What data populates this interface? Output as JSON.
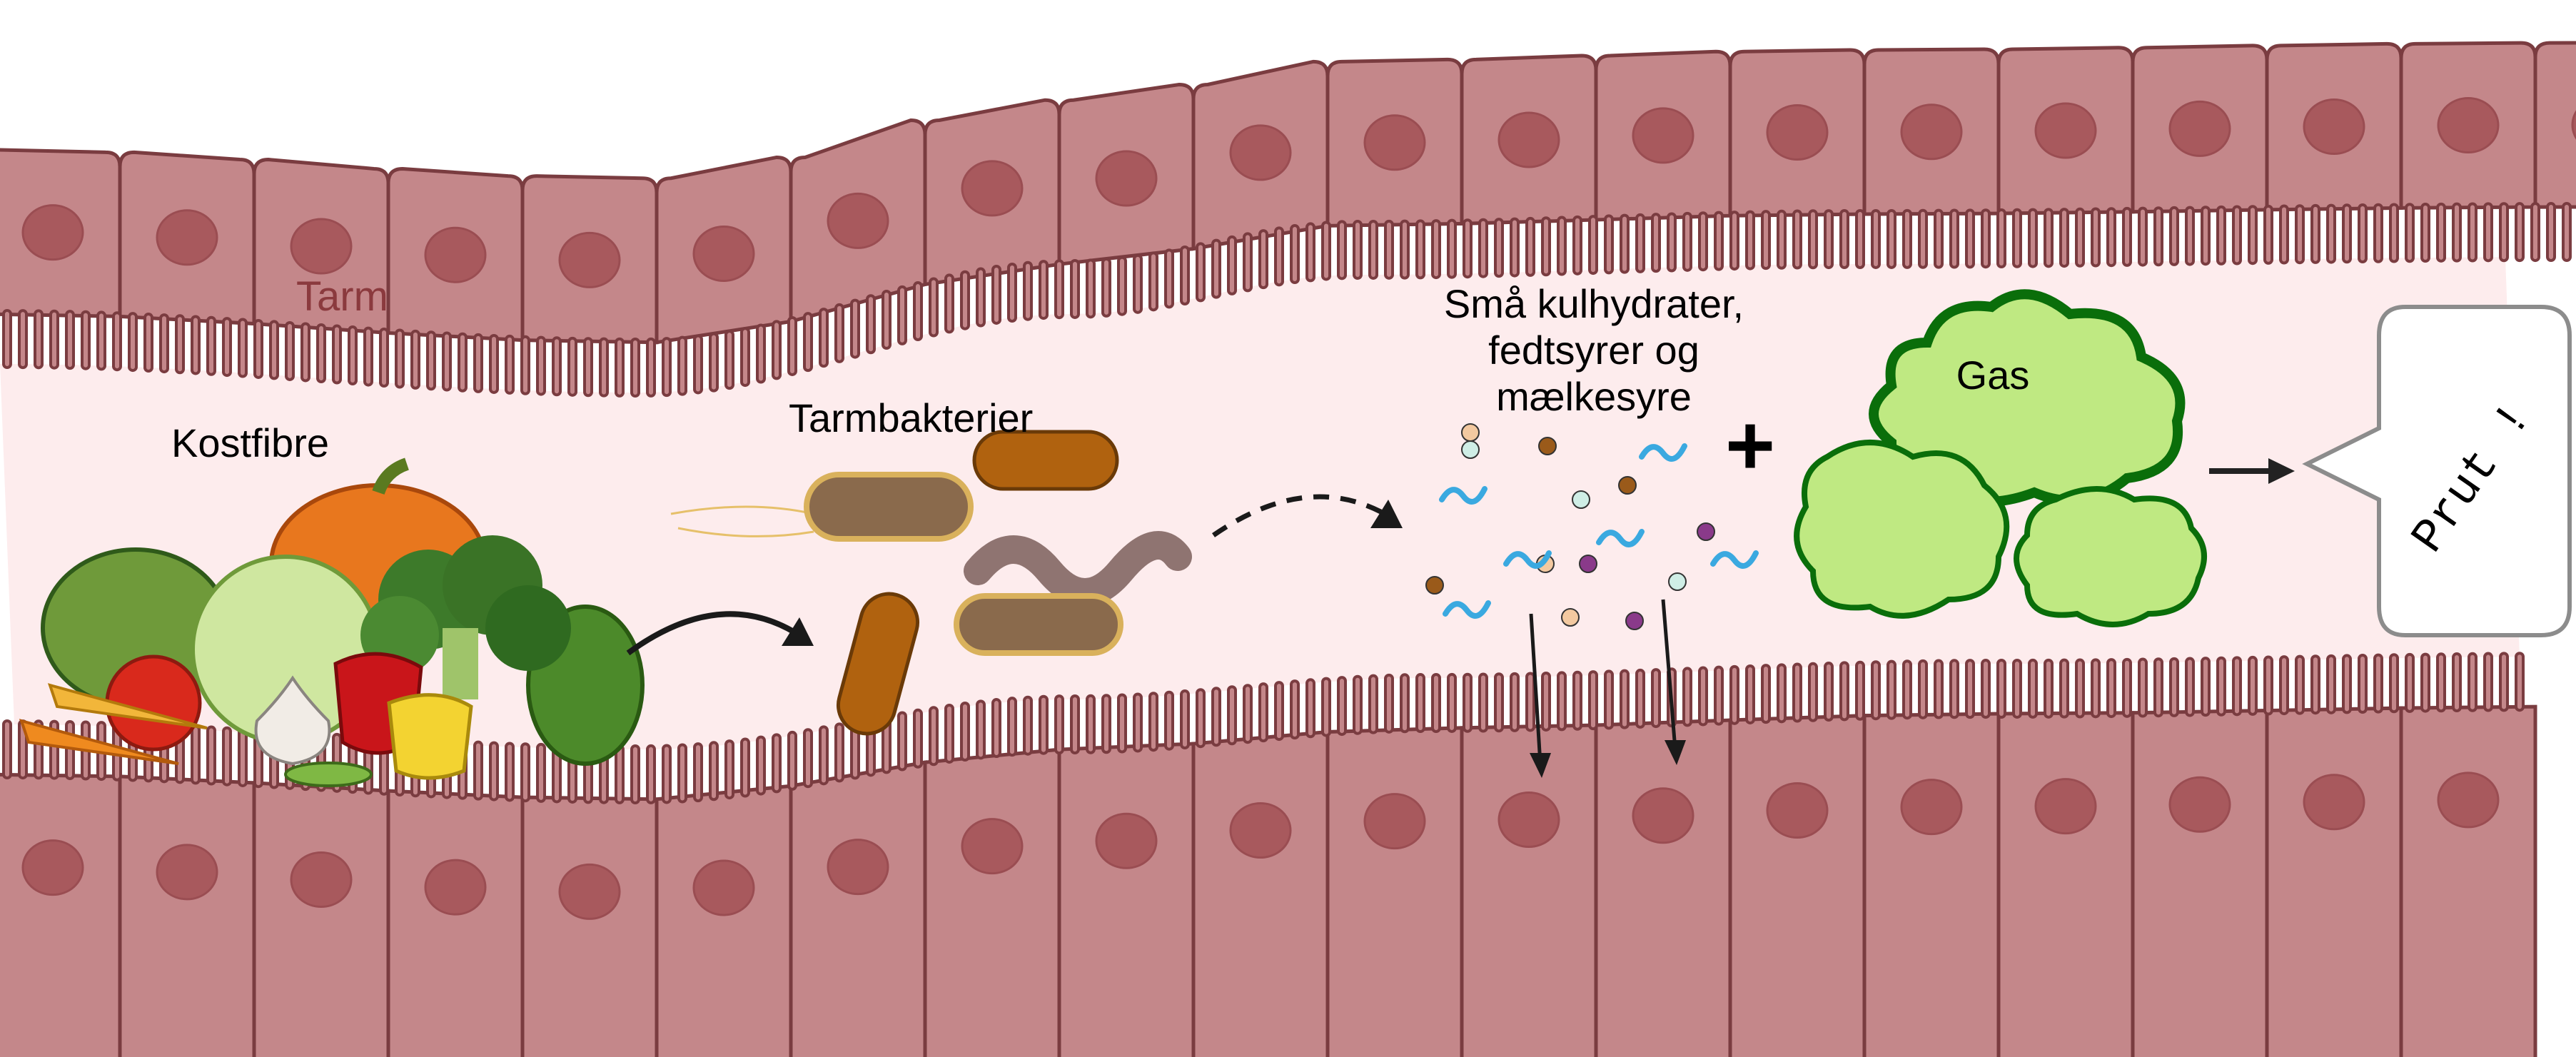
{
  "labels": {
    "intestine": "Tarm",
    "fiber": "Kostfibre",
    "bacteria": "Tarmbakterier",
    "products_line1": "Små kulhydrater,",
    "products_line2": "fedtsyrer og",
    "products_line3": "mælkesyre",
    "plus": "+",
    "gas": "Gas",
    "speech": "Prut !"
  },
  "colors": {
    "cell_fill": "#c4878a",
    "cell_stroke": "#7a3c40",
    "nucleus": "#a8595d",
    "lumen": "#fdeced",
    "gas_fill": "#bfe982",
    "gas_stroke": "#0a6e0a",
    "bacteria": "#b0620f",
    "intestine_label": "#8b3a3e"
  }
}
